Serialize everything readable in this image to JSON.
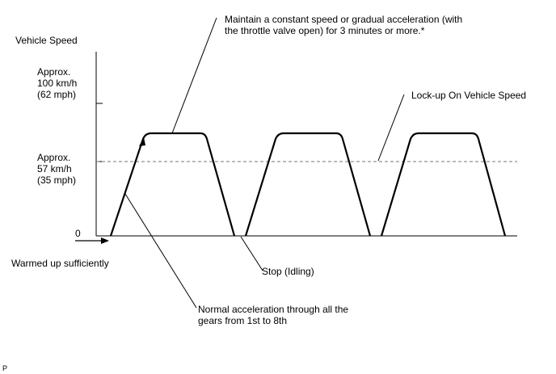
{
  "diagram": {
    "y_axis_title": "Vehicle Speed",
    "y_ticks": [
      {
        "lines": [
          "Approx.",
          "100 km/h",
          "(62 mph)"
        ]
      },
      {
        "lines": [
          "Approx.",
          "57 km/h",
          "(35 mph)"
        ]
      },
      {
        "lines": [
          "0"
        ]
      }
    ],
    "annotations": {
      "maintain": [
        "Maintain a constant speed or gradual acceleration (with",
        "the throttle valve  open) for 3 minutes or more.*"
      ],
      "lockup": "Lock-up On Vehicle Speed",
      "warmed": "Warmed up sufficiently",
      "stop": "Stop (Idling)",
      "normal": [
        "Normal acceleration through all the",
        "gears from 1st to 8th"
      ]
    },
    "corner_mark": "P",
    "cycle_count": 3
  }
}
